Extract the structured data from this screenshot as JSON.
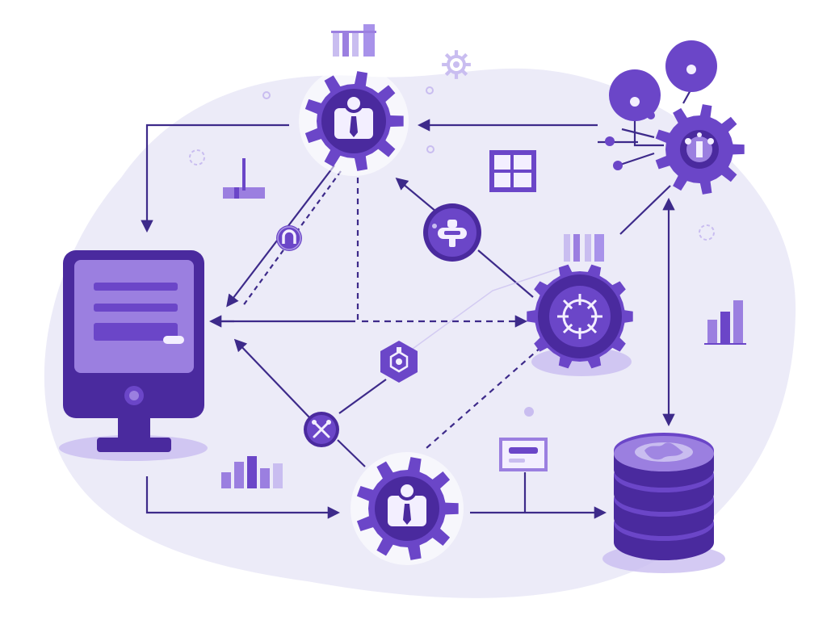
{
  "colors": {
    "primary": "#6b46c8",
    "primary_dark": "#4a2a9e",
    "primary_light": "#9b7fe0",
    "pale": "#c9bdf0",
    "blob": "#ecebf8",
    "line": "#3d2a8a",
    "icon_white": "#f3efff",
    "highlight": "#a892ea"
  },
  "nodes": [
    {
      "id": "top-gear",
      "icon": "user-gear-icon"
    },
    {
      "id": "bottom-gear",
      "icon": "user-gear-icon"
    },
    {
      "id": "monitor",
      "icon": "monitor-icon"
    },
    {
      "id": "database",
      "icon": "database-icon"
    },
    {
      "id": "network-gear",
      "icon": "network-gear-icon"
    },
    {
      "id": "vault",
      "icon": "vault-icon"
    }
  ],
  "connectors": [
    {
      "id": "magnet-badge",
      "icon": "magnet-icon"
    },
    {
      "id": "toggle-badge",
      "icon": "toggle-icon"
    },
    {
      "id": "hex-badge",
      "icon": "hexagon-icon"
    },
    {
      "id": "tools-badge",
      "icon": "crossed-tools-icon"
    }
  ],
  "decorations": [
    "bar-chart-icon",
    "grid-panel-icon",
    "small-gear-icon",
    "slider-icon",
    "card-icon"
  ]
}
